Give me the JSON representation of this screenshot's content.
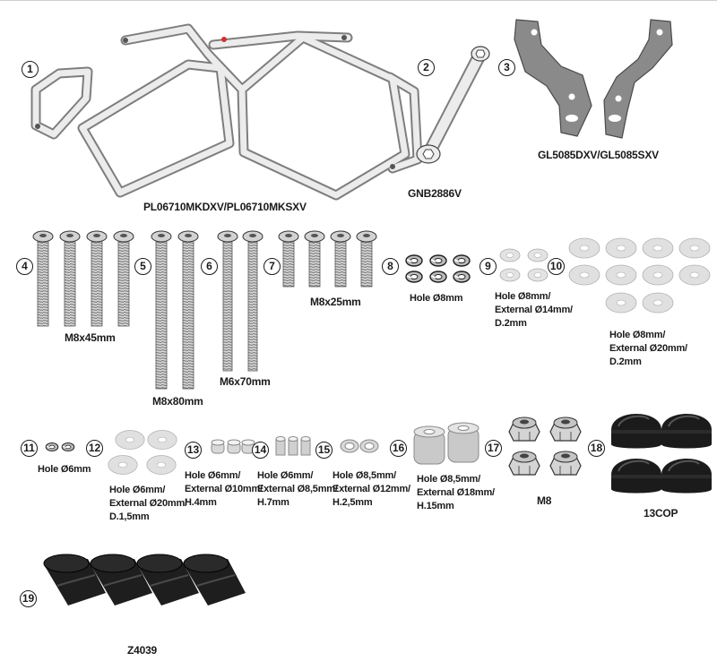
{
  "parts": [
    {
      "num": "1",
      "label": "PL06710MKDXV/PL06710MKSXV"
    },
    {
      "num": "2",
      "label": "GNB2886V"
    },
    {
      "num": "3",
      "label": "GL5085DXV/GL5085SXV"
    },
    {
      "num": "4",
      "label": "M8x45mm"
    },
    {
      "num": "5",
      "label": "M8x80mm"
    },
    {
      "num": "6",
      "label": "M6x70mm"
    },
    {
      "num": "7",
      "label": "M8x25mm"
    },
    {
      "num": "8",
      "label": "Hole Ø8mm"
    },
    {
      "num": "9",
      "label_lines": [
        "Hole Ø8mm/",
        "External Ø14mm/",
        "D.2mm"
      ]
    },
    {
      "num": "10",
      "label_lines": [
        "Hole Ø8mm/",
        "External Ø20mm/",
        "D.2mm"
      ]
    },
    {
      "num": "11",
      "label": "Hole Ø6mm"
    },
    {
      "num": "12",
      "label_lines": [
        "Hole Ø6mm/",
        "External Ø20mm/",
        "D.1,5mm"
      ]
    },
    {
      "num": "13",
      "label_lines": [
        "Hole Ø6mm/",
        "External Ø10mm/",
        "H.4mm"
      ]
    },
    {
      "num": "14",
      "label_lines": [
        "Hole Ø6mm/",
        "External Ø8,5mm/",
        "H.7mm"
      ]
    },
    {
      "num": "15",
      "label_lines": [
        "Hole Ø8,5mm/",
        "External Ø12mm/",
        "H.2,5mm"
      ]
    },
    {
      "num": "16",
      "label_lines": [
        "Hole Ø8,5mm/",
        "External Ø18mm/",
        "H.15mm"
      ]
    },
    {
      "num": "17",
      "label": "M8"
    },
    {
      "num": "18",
      "label": "13COP"
    },
    {
      "num": "19",
      "label": "Z4039"
    }
  ],
  "colors": {
    "ink": "#1a1a1a",
    "metal": "#c9c9c9",
    "metal_dark": "#8f8f8f",
    "plate": "#8a8a8a",
    "black_part": "#1b1b1b"
  }
}
